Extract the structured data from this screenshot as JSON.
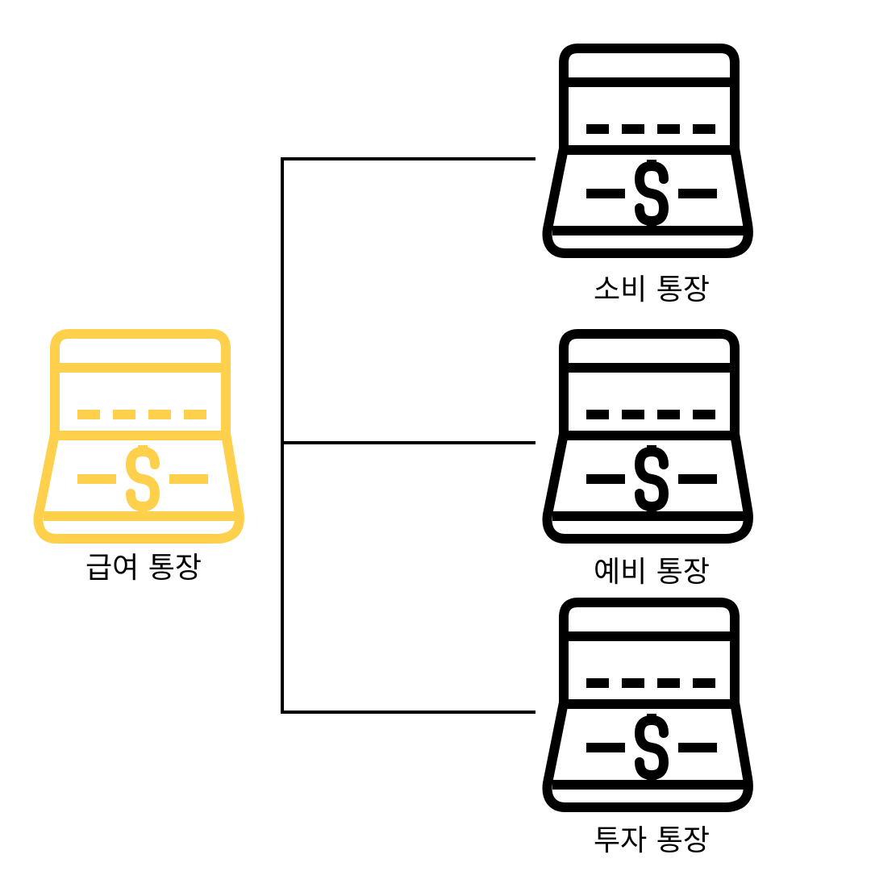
{
  "diagram": {
    "source": {
      "label": "급여 통장",
      "icon": "card-reader-dollar-icon",
      "color": "#FFD04B"
    },
    "targets": [
      {
        "label": "소비 통장",
        "icon": "card-reader-dollar-icon",
        "color": "#000000"
      },
      {
        "label": "예비 통장",
        "icon": "card-reader-dollar-icon",
        "color": "#000000"
      },
      {
        "label": "투자 통장",
        "icon": "card-reader-dollar-icon",
        "color": "#000000"
      }
    ],
    "connector_color": "#000000"
  }
}
